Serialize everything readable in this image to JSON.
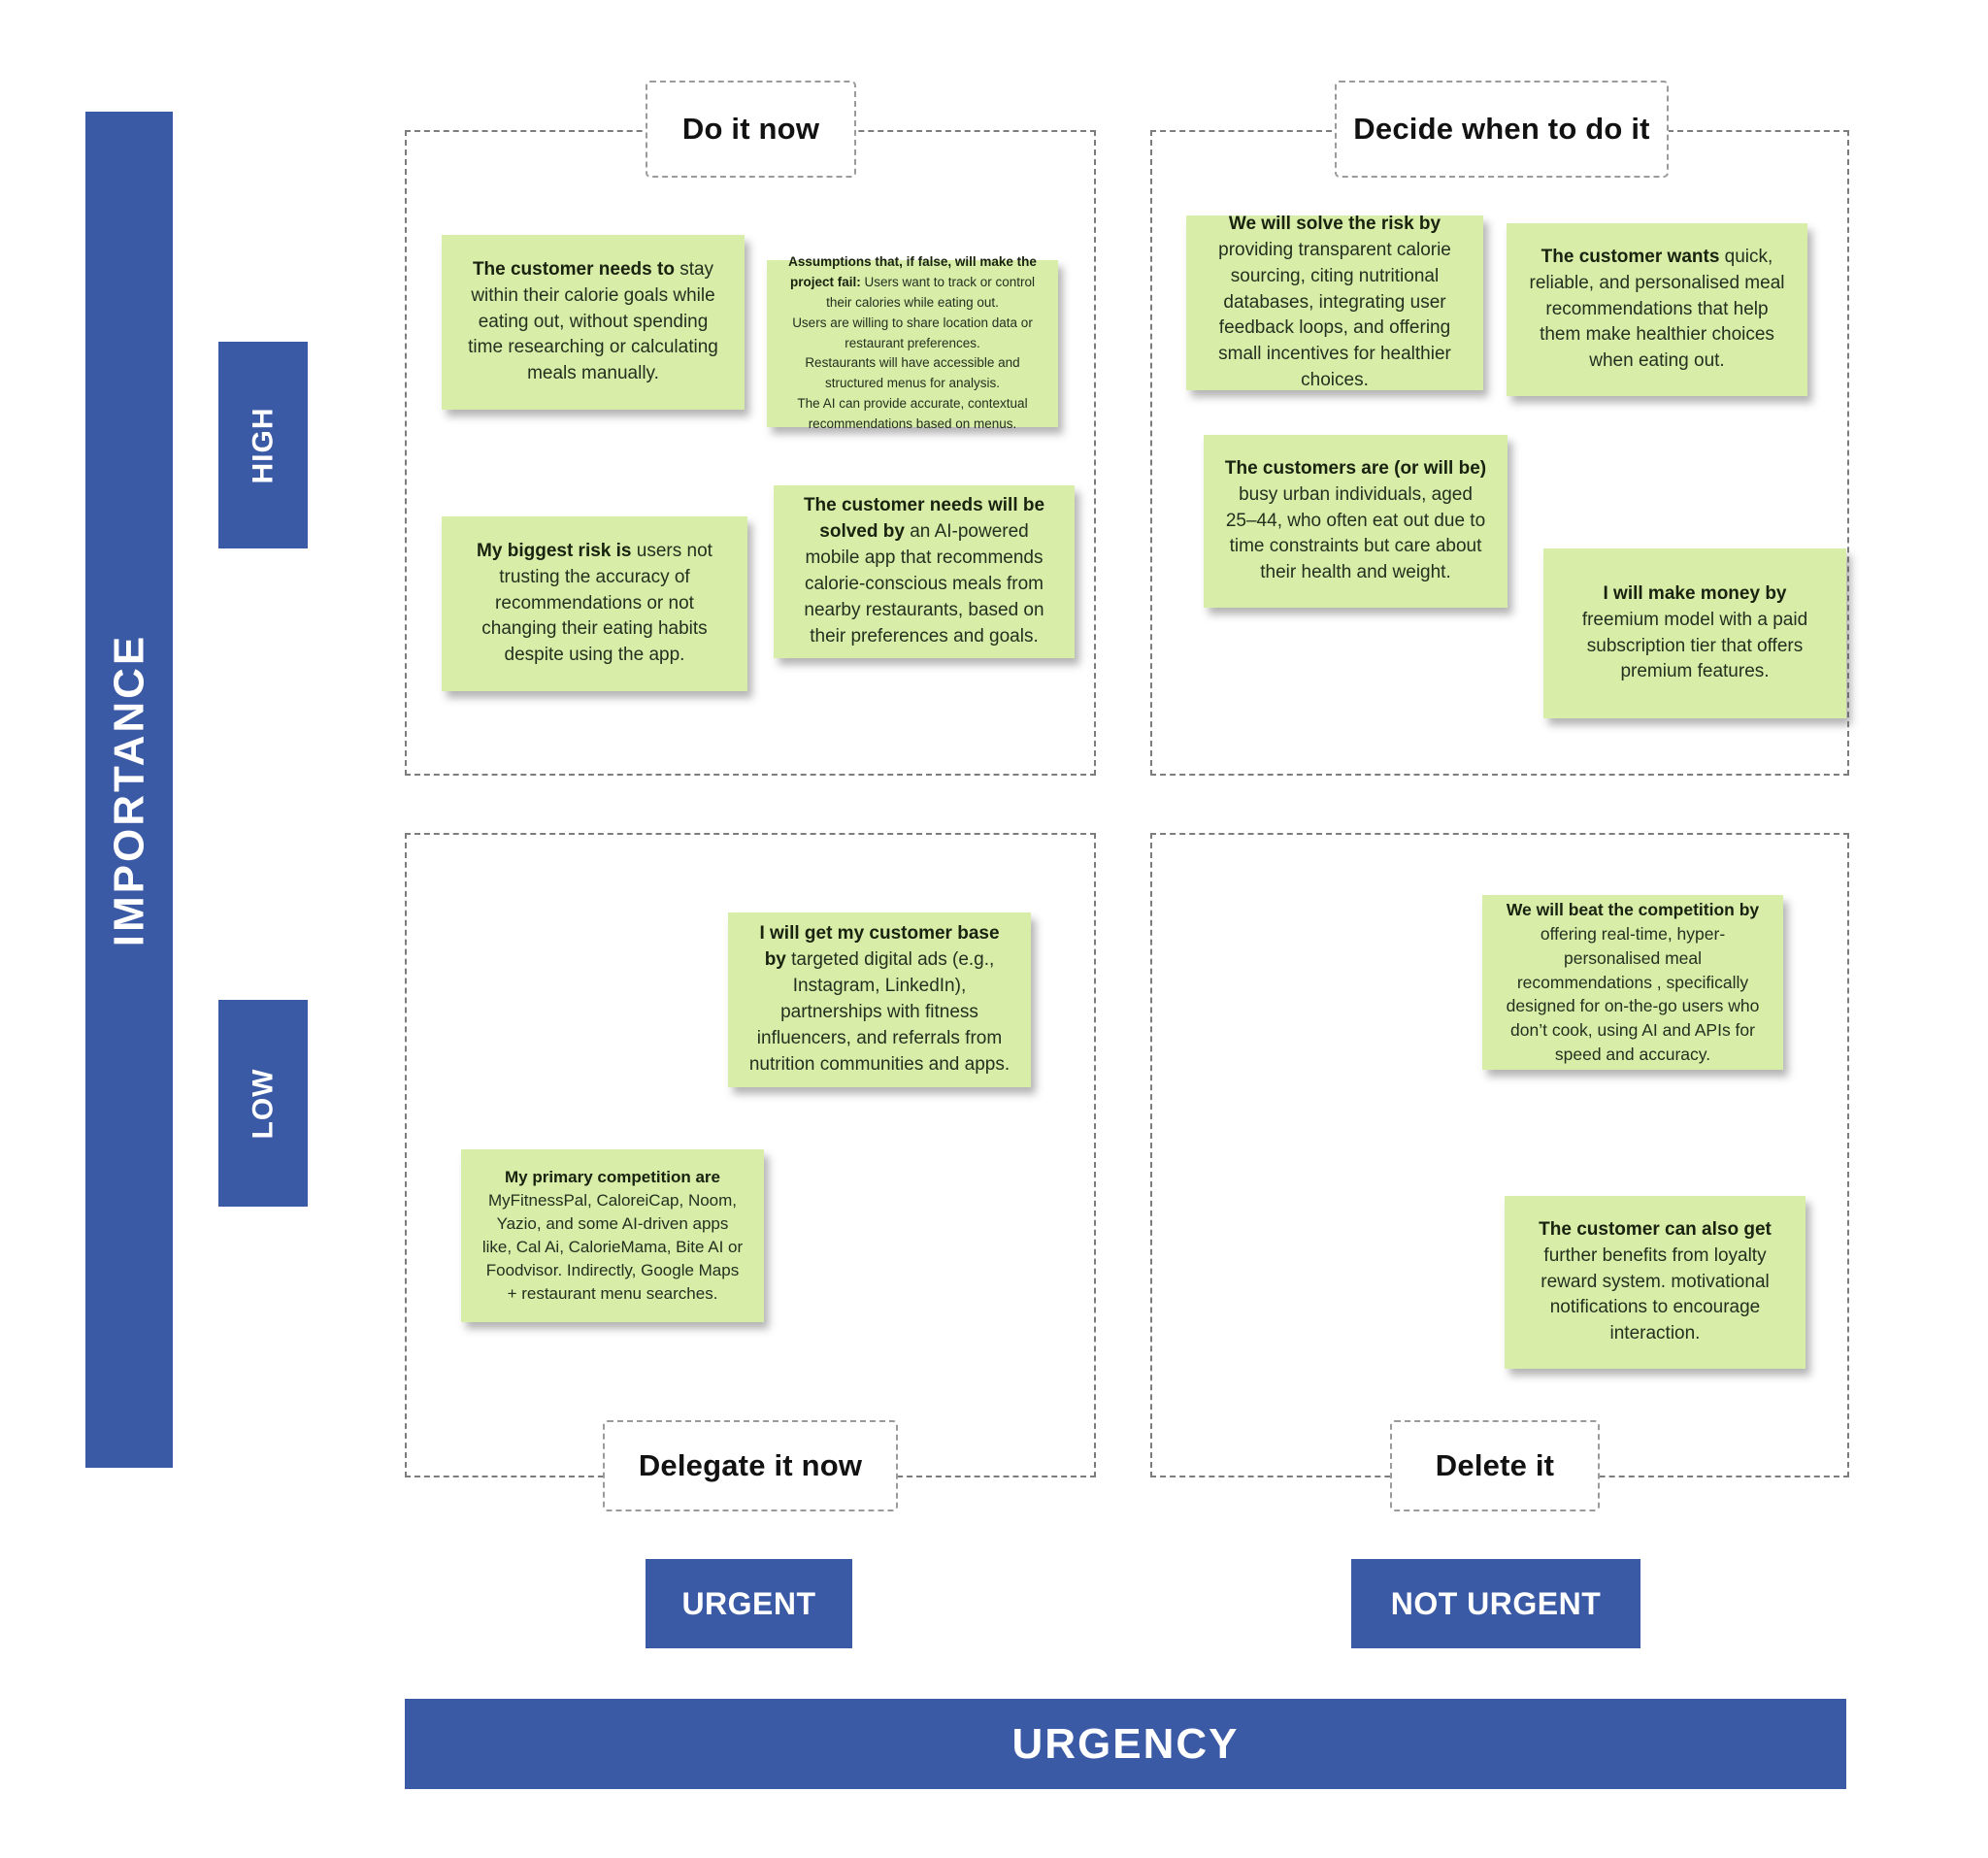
{
  "axes": {
    "importance": "IMPORTANCE",
    "high": "HIGH",
    "low": "LOW",
    "urgency": "URGENCY",
    "urgent": "URGENT",
    "not_urgent": "NOT URGENT"
  },
  "colors": {
    "axis_blue": "#3b5aa6",
    "note_green": "#d8eda8"
  },
  "quadrants": [
    {
      "id": "do-it-now",
      "label": "Do it now",
      "notes": [
        {
          "bold": "The customer needs to",
          "text": " stay within their calorie goals while eating out, without spending time researching or calculating meals manually."
        },
        {
          "bold": "Assumptions that, if false, will make the project fail:",
          "text": " Users want to track or control their calories while eating out.\nUsers are willing to share location data or restaurant preferences.\nRestaurants will have accessible and structured menus for analysis.\nThe AI can provide accurate, contextual recommendations based on menus."
        },
        {
          "bold": "My biggest risk is",
          "text": " users not trusting the accuracy of recommendations or not changing their eating habits despite using the app."
        },
        {
          "bold": "The customer needs will be solved by",
          "text": " an AI-powered mobile app that recommends calorie-conscious meals from nearby restaurants, based on their preferences and goals."
        }
      ]
    },
    {
      "id": "decide-when-to-do-it",
      "label": "Decide when to do it",
      "notes": [
        {
          "bold": "We will solve the risk by",
          "text": " providing transparent calorie sourcing, citing nutritional databases, integrating user feedback loops, and offering small incentives for healthier choices."
        },
        {
          "bold": "The customer wants",
          "text": " quick, reliable, and personalised meal recommendations that help them make healthier choices when eating out."
        },
        {
          "bold": "The customers are (or will be)",
          "text": " busy urban individuals, aged 25–44, who often eat out due to time constraints but care about their health and weight."
        },
        {
          "bold": "I will make money by",
          "text": " freemium model with a paid subscription tier that offers premium features."
        }
      ]
    },
    {
      "id": "delegate-it-now",
      "label": "Delegate it now",
      "notes": [
        {
          "bold": "I will get my customer base by",
          "text": " targeted digital ads (e.g., Instagram, LinkedIn), partnerships with fitness influencers, and referrals from nutrition communities and apps."
        },
        {
          "bold": "My primary competition are",
          "text": " MyFitnessPal, CaloreiCap, Noom, Yazio, and some AI-driven apps like, Cal Ai, CalorieMama, Bite AI or Foodvisor. Indirectly, Google Maps + restaurant menu searches."
        }
      ]
    },
    {
      "id": "delete-it",
      "label": "Delete it",
      "notes": [
        {
          "bold": "We will beat the competition by",
          "text": " offering real-time, hyper-personalised meal recommendations , specifically designed for on-the-go users who don’t cook, using AI and APIs for speed and accuracy."
        },
        {
          "bold": "The customer can also get",
          "text": " further benefits from loyalty reward system. motivational notifications to encourage interaction."
        }
      ]
    }
  ]
}
